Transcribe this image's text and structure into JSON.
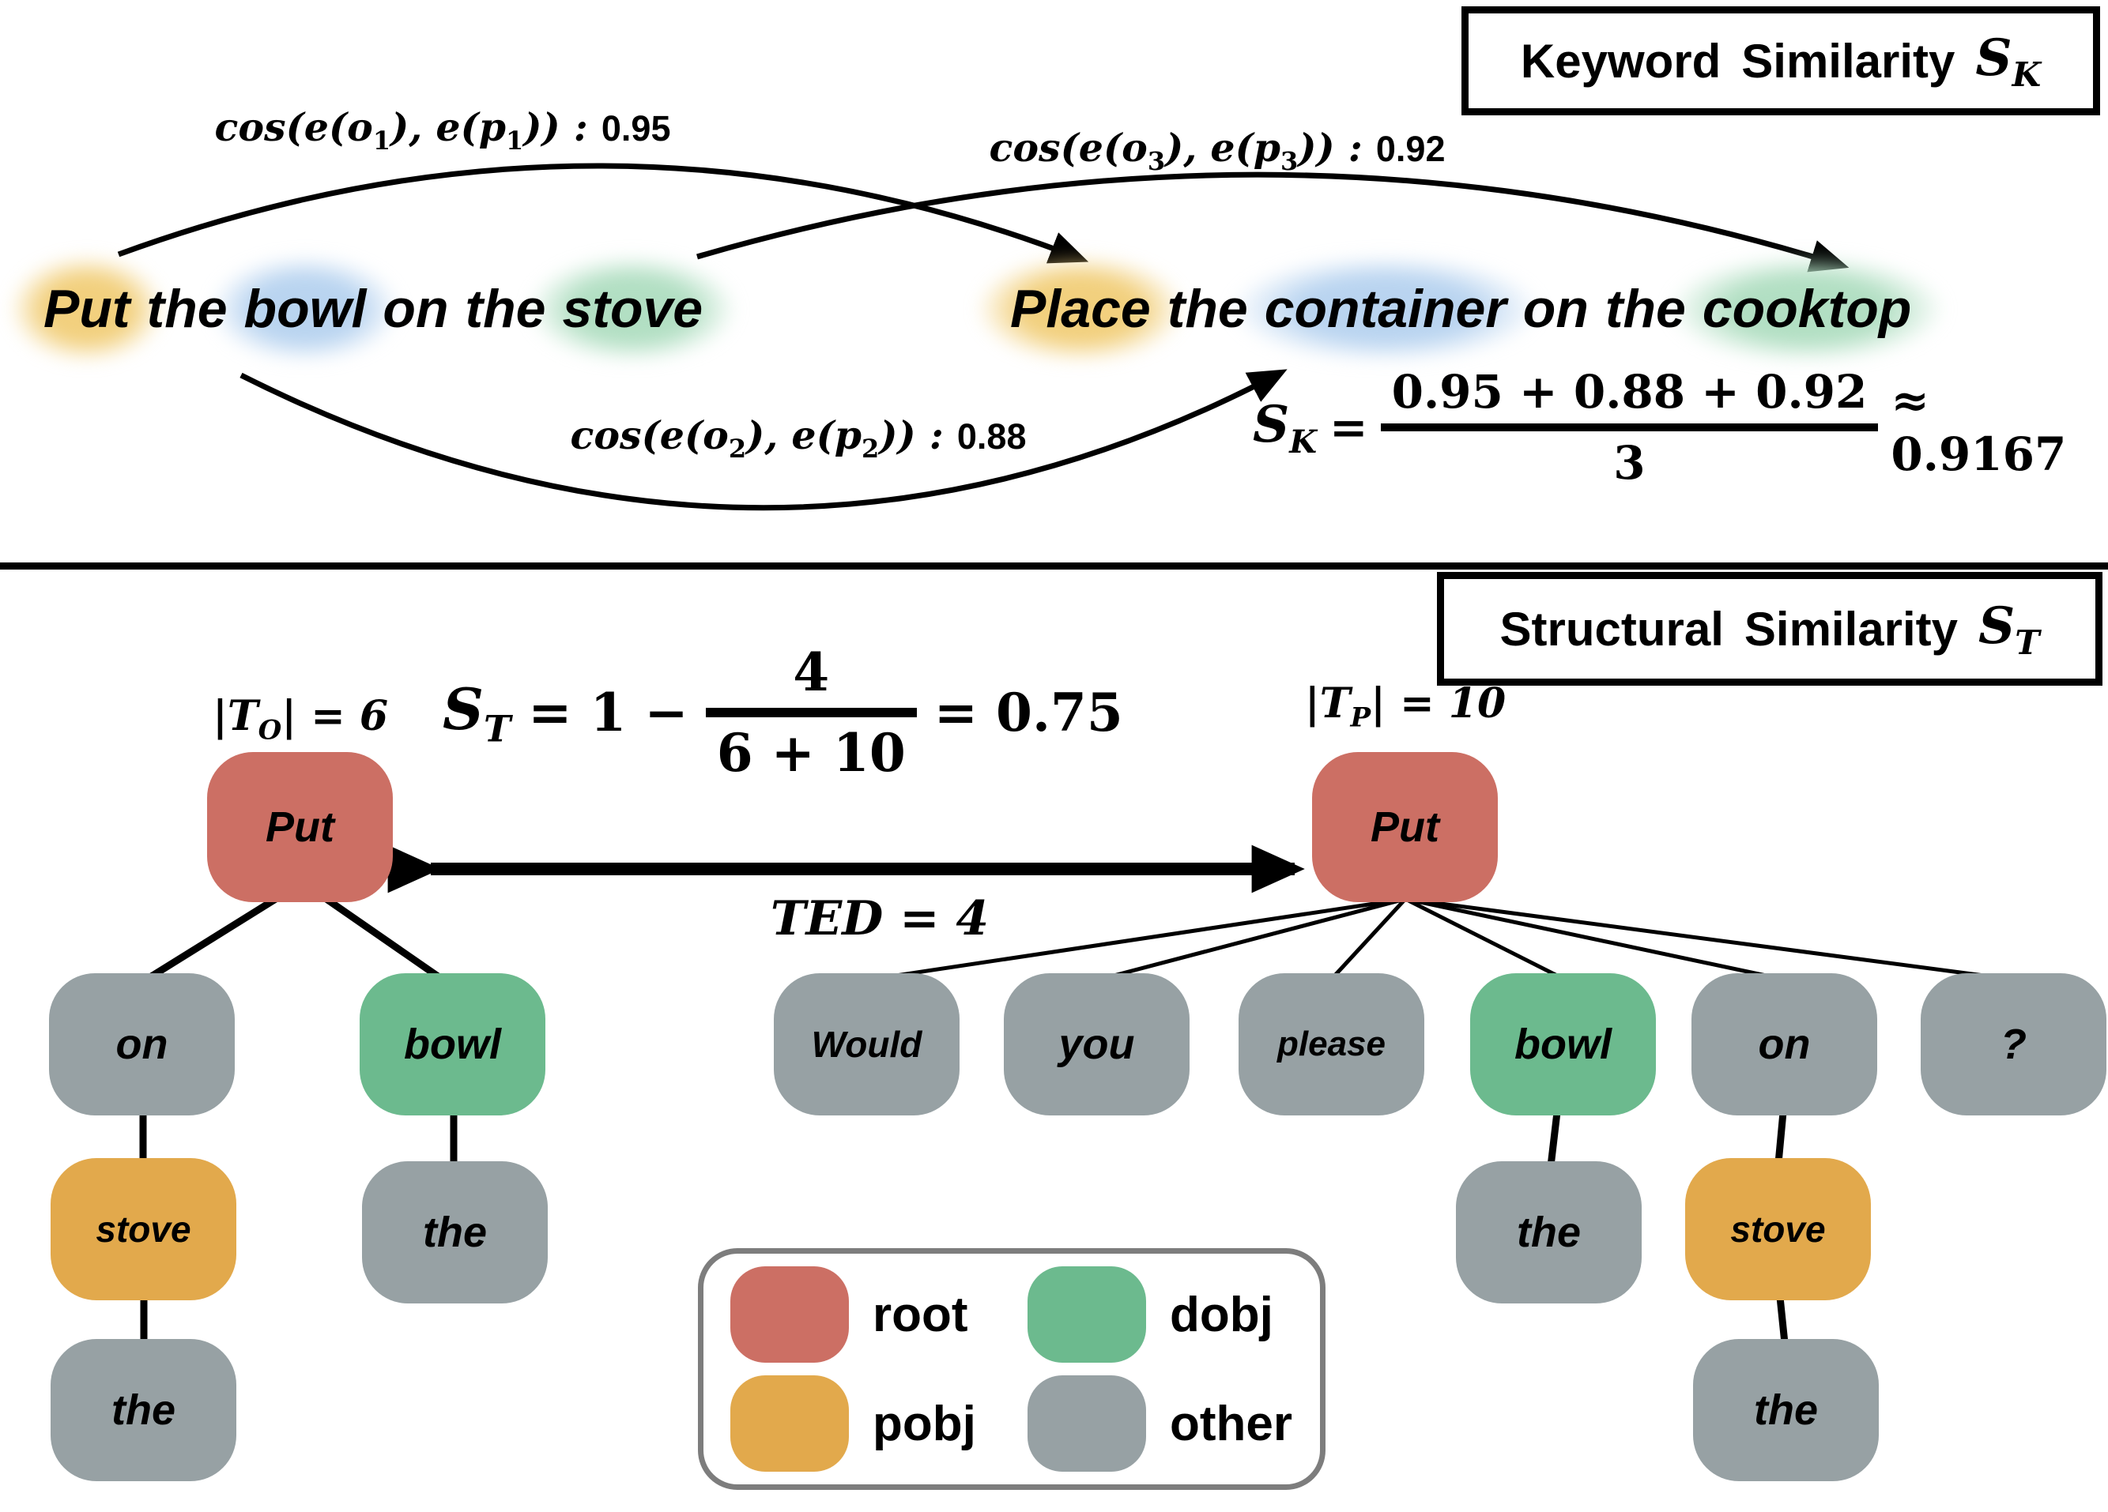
{
  "colors": {
    "root": "#cc6f64",
    "dobj": "#6cba8e",
    "pobj": "#e2a94c",
    "other": "#97a1a4",
    "hl_yellow": "#f2d07e",
    "hl_blue": "#b9d4f0",
    "hl_green": "#b2dfc3"
  },
  "keyword_panel": {
    "title": {
      "word1": "Keyword",
      "word2": "Similarity",
      "symbol": "S",
      "symbol_sub": "K"
    },
    "cos_pairs": [
      {
        "pre": "cos(e(o",
        "s1": "1",
        "mid": "), e(p",
        "s2": "1",
        "post": ")) :",
        "value": "0.95"
      },
      {
        "pre": "cos(e(o",
        "s1": "2",
        "mid": "), e(p",
        "s2": "2",
        "post": ")) :",
        "value": "0.88"
      },
      {
        "pre": "cos(e(o",
        "s1": "3",
        "mid": "), e(p",
        "s2": "3",
        "post": ")) :",
        "value": "0.92"
      }
    ],
    "original_words": [
      {
        "text": "Put",
        "hl": "yellow"
      },
      {
        "text": "the",
        "hl": ""
      },
      {
        "text": "bowl",
        "hl": "blue"
      },
      {
        "text": "on",
        "hl": ""
      },
      {
        "text": "the",
        "hl": ""
      },
      {
        "text": "stove",
        "hl": "green"
      }
    ],
    "paraphrase_words": [
      {
        "text": "Place",
        "hl": "yellow"
      },
      {
        "text": "the",
        "hl": ""
      },
      {
        "text": "container",
        "hl": "blue"
      },
      {
        "text": "on",
        "hl": ""
      },
      {
        "text": "the",
        "hl": ""
      },
      {
        "text": "cooktop",
        "hl": "green"
      }
    ],
    "formula": {
      "lhs": "S",
      "lhs_sub": "K",
      "equals": "=",
      "numerator": "0.95 + 0.88 + 0.92",
      "denominator": "3",
      "result": "≈ 0.9167"
    }
  },
  "structural_panel": {
    "title": {
      "word1": "Structural",
      "word2": "Similarity",
      "symbol": "S",
      "symbol_sub": "T"
    },
    "formula": {
      "lhs": "S",
      "lhs_sub": "T",
      "mid": "= 1 −",
      "numerator": "4",
      "denominator": "6 + 10",
      "result": "= 0.75"
    },
    "tree_sizes": {
      "original_pre": "|T",
      "original_sub": "O",
      "original_post": "| = 6",
      "paraphrase_pre": "|T",
      "paraphrase_sub": "P",
      "paraphrase_post": "| = 10"
    },
    "ted_label": "TED = 4",
    "legend": [
      {
        "role": "root",
        "label": "root"
      },
      {
        "role": "dobj",
        "label": "dobj"
      },
      {
        "role": "pobj",
        "label": "pobj"
      },
      {
        "role": "other",
        "label": "other"
      }
    ]
  },
  "trees": {
    "original": [
      {
        "text": "Put",
        "role": "root"
      },
      {
        "text": "on",
        "role": "other"
      },
      {
        "text": "bowl",
        "role": "dobj"
      },
      {
        "text": "stove",
        "role": "pobj"
      },
      {
        "text": "the",
        "role": "other"
      },
      {
        "text": "the",
        "role": "other"
      }
    ],
    "paraphrase": [
      {
        "text": "Put",
        "role": "root"
      },
      {
        "text": "Would",
        "role": "other"
      },
      {
        "text": "you",
        "role": "other"
      },
      {
        "text": "please",
        "role": "other"
      },
      {
        "text": "bowl",
        "role": "dobj"
      },
      {
        "text": "on",
        "role": "other"
      },
      {
        "text": "?",
        "role": "other"
      },
      {
        "text": "the",
        "role": "other"
      },
      {
        "text": "stove",
        "role": "pobj"
      },
      {
        "text": "the",
        "role": "other"
      }
    ]
  }
}
